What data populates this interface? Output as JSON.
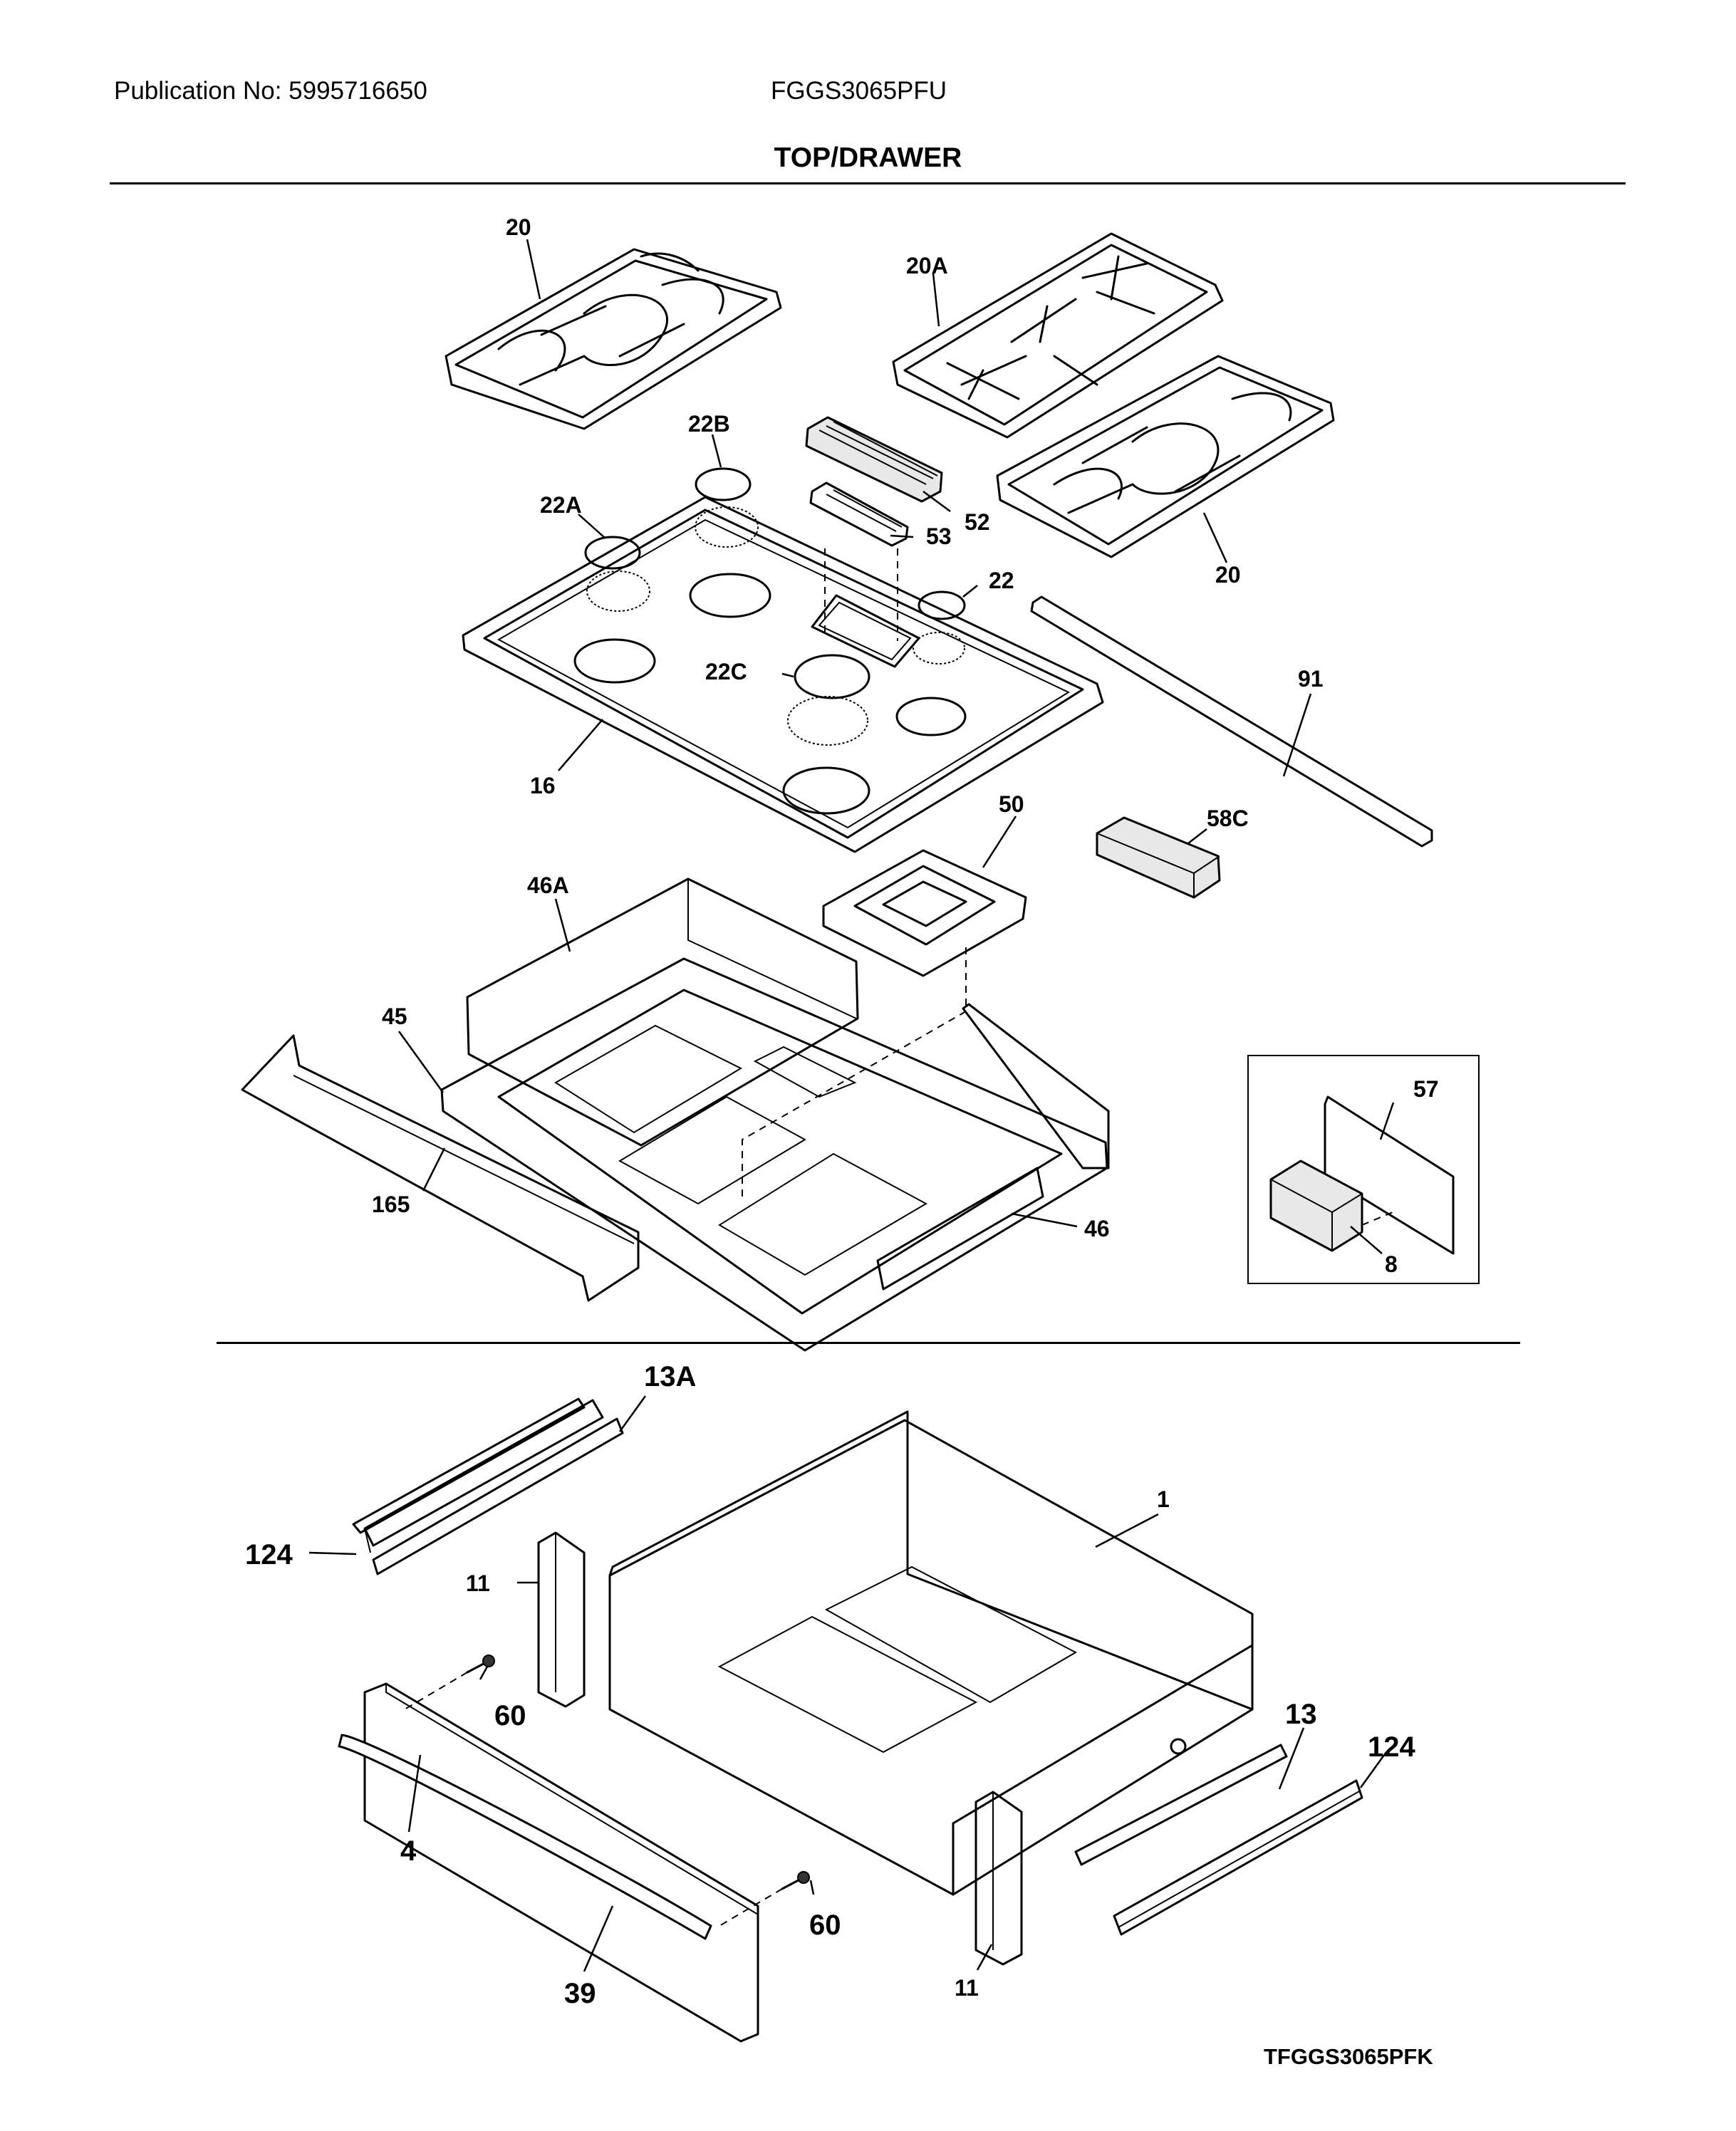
{
  "header": {
    "publication": "Publication No: 5995716650",
    "model": "FGGS3065PFU"
  },
  "section_title": "TOP/DRAWER",
  "callouts": {
    "grate_left": "20",
    "grate_center": "20A",
    "grate_right": "20",
    "cap_22b": "22B",
    "cap_22a": "22A",
    "cap_22": "22",
    "cap_22c": "22C",
    "griddle_52": "52",
    "griddle_53": "53",
    "cooktop_16": "16",
    "trim_91": "91",
    "bracket_50": "50",
    "foam_58c": "58C",
    "panel_46a": "46A",
    "base_45": "45",
    "rail_165": "165",
    "panel_46": "46",
    "inset_57": "57",
    "inset_8": "8",
    "slide_13a": "13A",
    "slide_124_left": "124",
    "drawer_1": "1",
    "support_11_left": "11",
    "screw_60_left": "60",
    "front_4": "4",
    "handle_39": "39",
    "screw_60_right": "60",
    "support_11_right": "11",
    "slide_13": "13",
    "slide_124_right": "124"
  },
  "footer": {
    "code": "TFGGS3065PFK"
  }
}
